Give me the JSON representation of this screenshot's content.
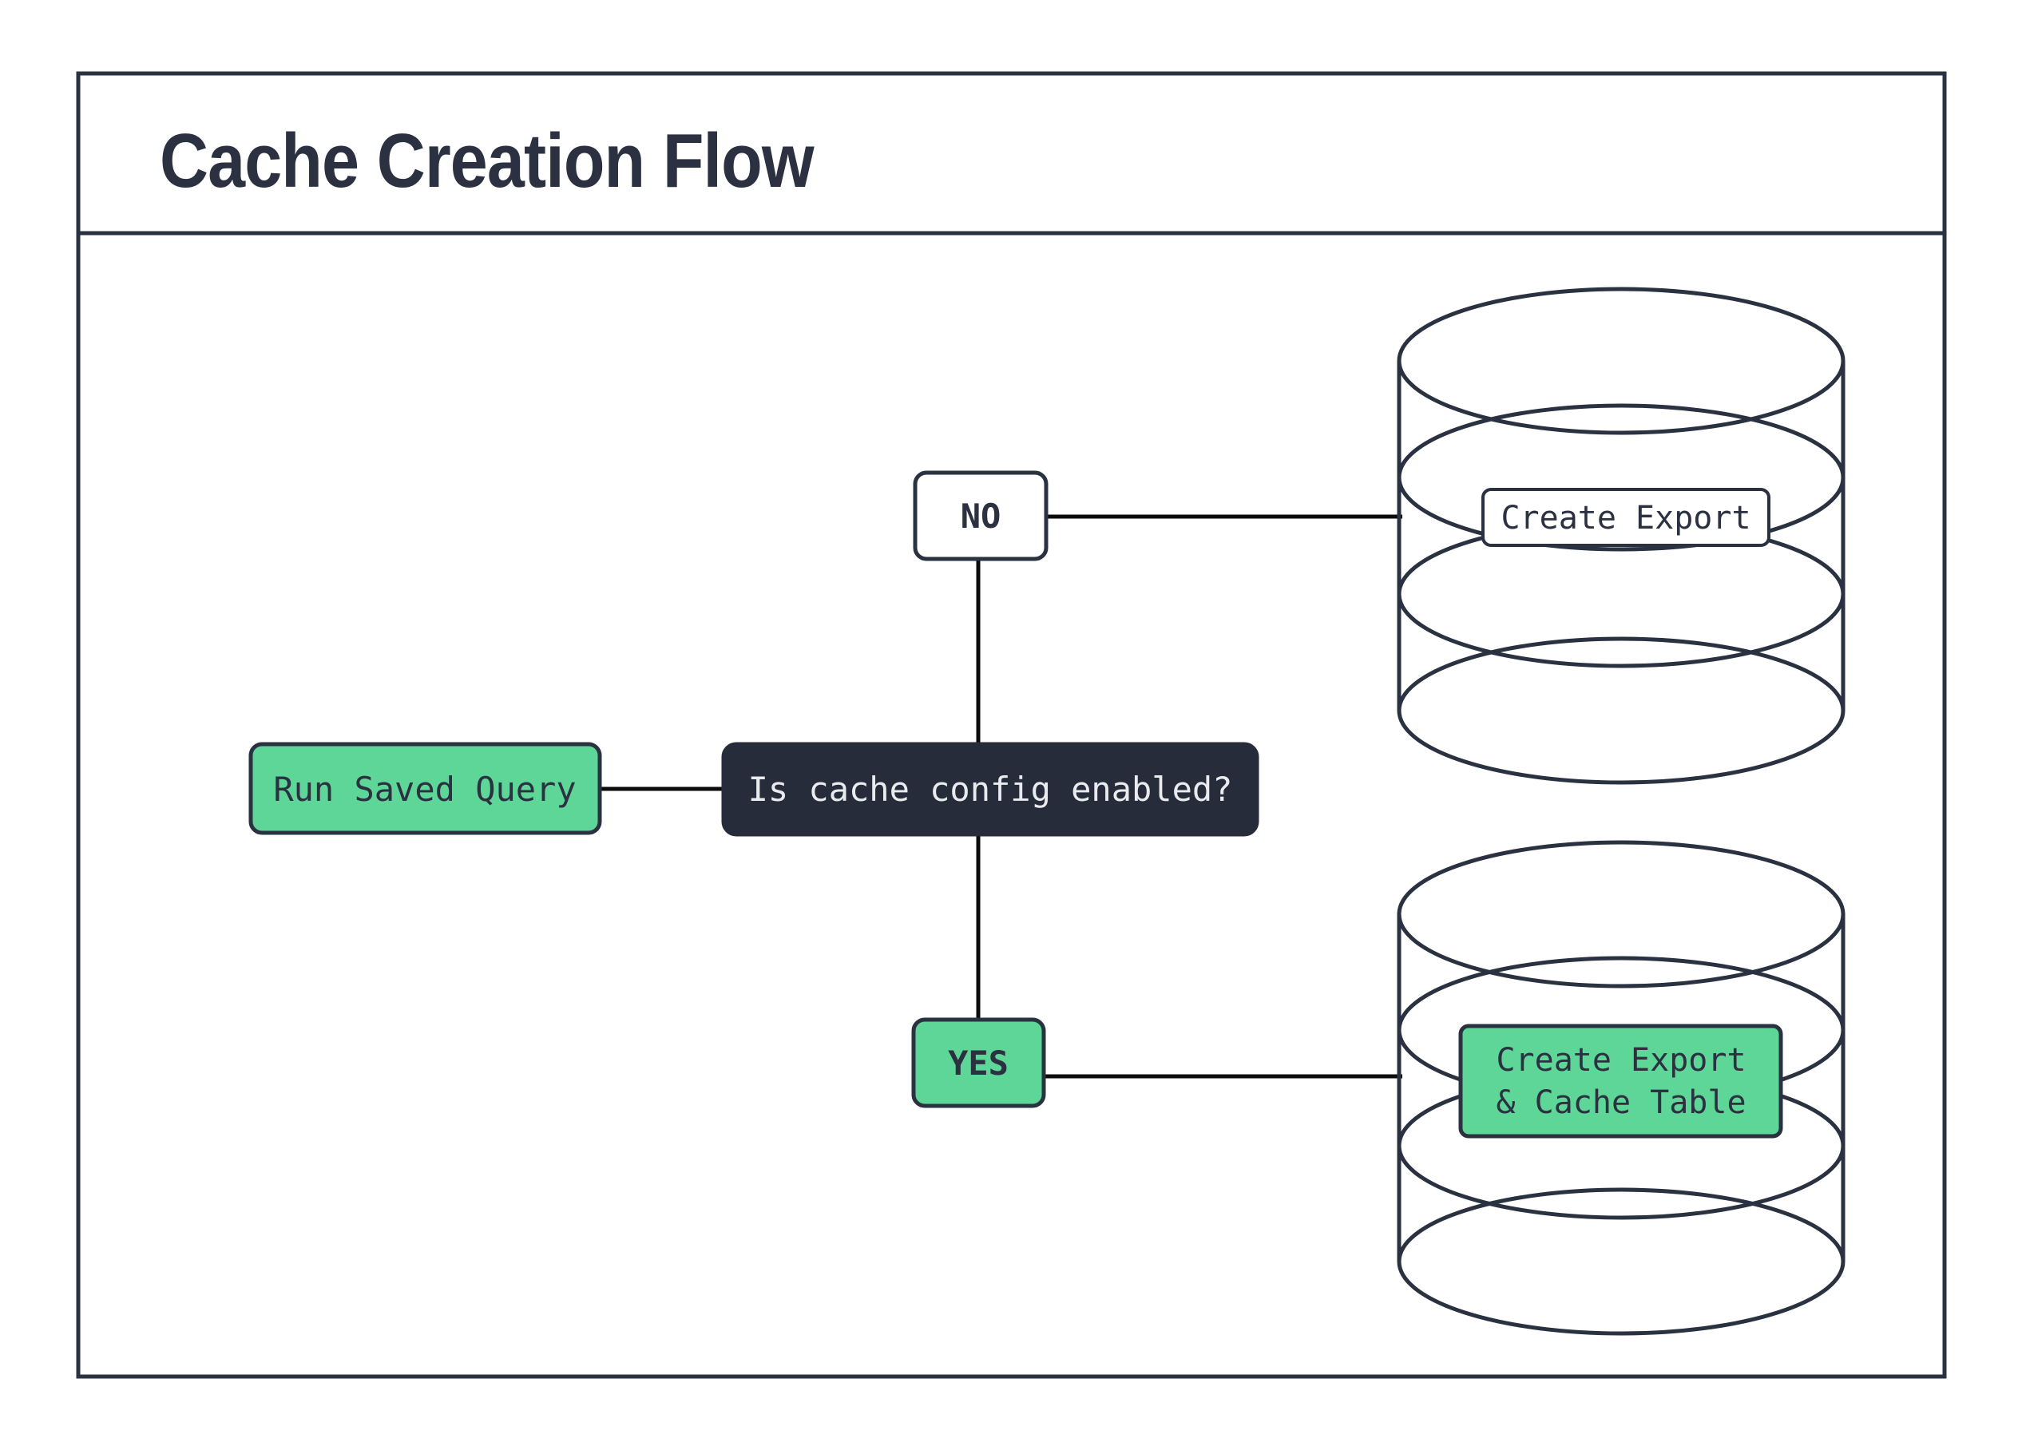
{
  "title": "Cache Creation Flow",
  "flowchart": {
    "start": {
      "label": "Run Saved Query"
    },
    "decision": {
      "label": "Is cache config enabled?"
    },
    "branch_no": {
      "label": "NO"
    },
    "branch_yes": {
      "label": "YES"
    },
    "db_export": {
      "label": "Create Export"
    },
    "db_cache": {
      "label_line1": "Create Export",
      "label_line2": "& Cache Table"
    }
  },
  "colors": {
    "outline_navy": "#2a3140",
    "connector_black": "#0b0b0b",
    "accent_green": "#5ed698",
    "decision_fill": "#262c3a",
    "decision_text": "#e9ebee",
    "background": "#ffffff"
  }
}
